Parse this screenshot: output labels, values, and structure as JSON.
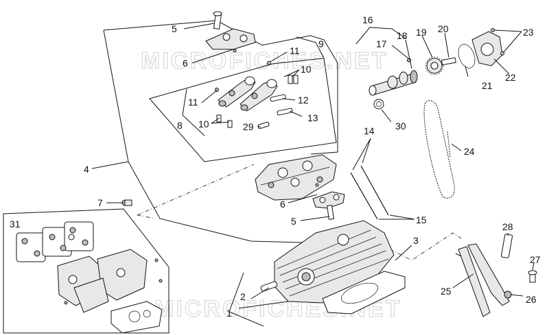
{
  "watermark": "MICROFICHES.NET",
  "callouts": {
    "n1": "1",
    "n2": "2",
    "n3": "3",
    "n4": "4",
    "n5a": "5",
    "n5b": "5",
    "n6a": "6",
    "n6b": "6",
    "n7": "7",
    "n8": "8",
    "n9": "9",
    "n10a": "10",
    "n10b": "10",
    "n11a": "11",
    "n11b": "11",
    "n12": "12",
    "n13": "13",
    "n14": "14",
    "n15": "15",
    "n16": "16",
    "n17": "17",
    "n18": "18",
    "n19": "19",
    "n20": "20",
    "n21": "21",
    "n22": "22",
    "n23": "23",
    "n24": "24",
    "n25": "25",
    "n26": "26",
    "n27": "27",
    "n28": "28",
    "n29": "29",
    "n30": "30",
    "n31": "31"
  }
}
